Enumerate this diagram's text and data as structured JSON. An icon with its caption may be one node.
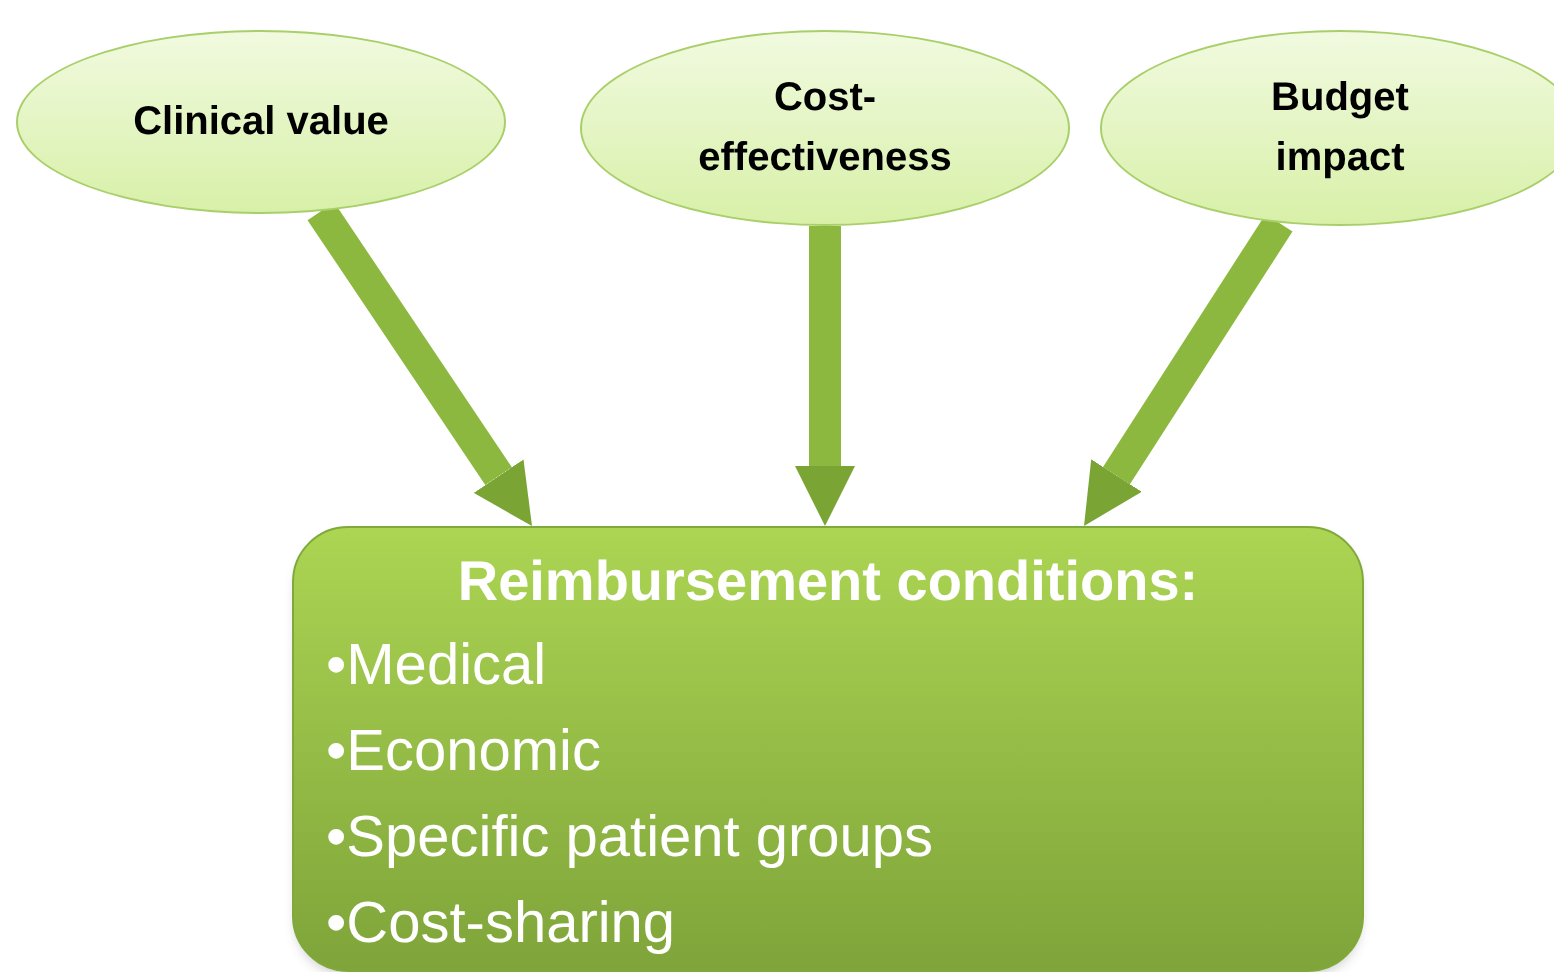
{
  "diagram": {
    "nodes": [
      {
        "text": [
          "Clinical value"
        ]
      },
      {
        "text": [
          "Cost-effectiveness"
        ]
      },
      {
        "text": [
          "Budget impact"
        ]
      },
      {
        "text": [
          "Reimbursement conditions:",
          "•Medical",
          "•Economic",
          "•Specific patient groups",
          "•Cost-sharing"
        ]
      }
    ],
    "edges": [
      {
        "from": 0,
        "to": 3,
        "arrow": "to"
      },
      {
        "from": 1,
        "to": 3,
        "arrow": "to"
      },
      {
        "from": 2,
        "to": 3,
        "arrow": "to"
      }
    ]
  }
}
